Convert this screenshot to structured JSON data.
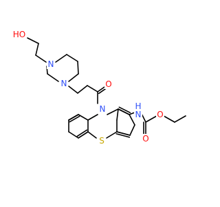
{
  "molecule": {
    "atoms": {
      "oh": {
        "text": "HO",
        "color": "#ff0d0d"
      },
      "n_piperazine_top": {
        "text": "N",
        "color": "#3050f8"
      },
      "n_piperazine_bottom": {
        "text": "N",
        "color": "#3050f8"
      },
      "o_carbonyl": {
        "text": "O",
        "color": "#ff0d0d"
      },
      "n_phenothiazine": {
        "text": "N",
        "color": "#3050f8"
      },
      "s_phenothiazine": {
        "text": "S",
        "color": "#c8a800"
      },
      "nh_carbamate": {
        "text": "H\nN",
        "color": "#3050f8"
      },
      "o_carbamate_carbonyl": {
        "text": "O",
        "color": "#ff0d0d"
      },
      "o_carbamate_ester": {
        "text": "O",
        "color": "#ff0d0d"
      }
    },
    "colors": {
      "bond": "#000000",
      "oxygen": "#ff0d0d",
      "nitrogen": "#3050f8",
      "sulfur": "#c8a800"
    }
  }
}
